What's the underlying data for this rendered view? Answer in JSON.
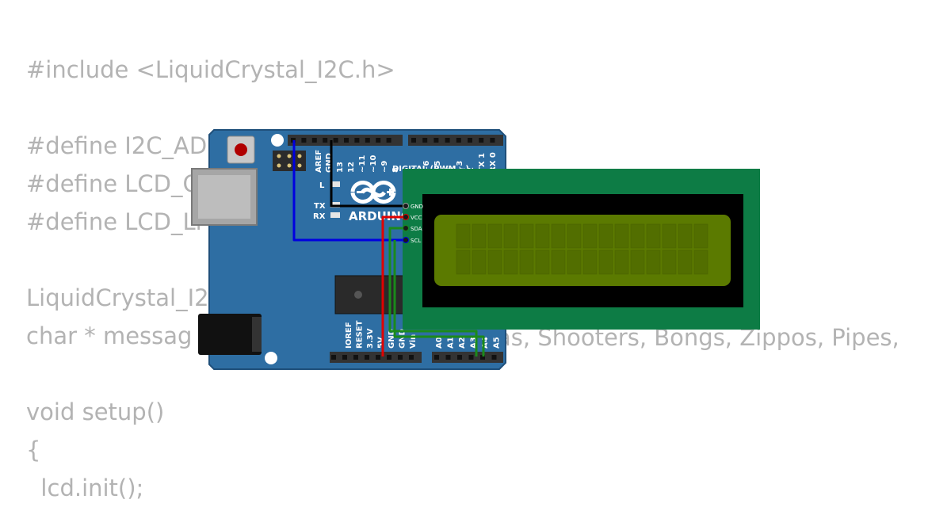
{
  "code": {
    "lines": [
      "#include <LiquidCrystal_I2C.h>",
      "",
      "#define I2C_AD",
      "#define LCD_C",
      "#define LCD_Li",
      "",
      "LiquidCrystal_I2",
      "char * messag",
      "",
      "void setup()",
      "{",
      "  lcd.init();"
    ],
    "visible_fragment": "as, Shooters, Bongs, Zippos, Pipes,"
  },
  "arduino": {
    "brand": "ARDUINO",
    "digital_label": "DIGITAL (PWM ~)",
    "top_pins": [
      "AREF",
      "GND",
      "13",
      "12",
      "~11",
      "~10",
      "~9",
      "8",
      "7",
      "~6",
      "~5",
      "4",
      "~3",
      "2",
      "TX 1",
      "RX 0"
    ],
    "bottom_power_pins": [
      "IOREF",
      "RESET",
      "3.3V",
      "5V",
      "GND",
      "GND",
      "Vin"
    ],
    "bottom_analog_pins": [
      "A0",
      "A1",
      "A2",
      "A3",
      "A4",
      "A5"
    ],
    "leds": [
      "L",
      "TX",
      "RX"
    ],
    "colors": {
      "board": "#2e6ea3",
      "board_dark": "#1f4f7a"
    }
  },
  "lcd": {
    "pins": [
      "GND",
      "VCC",
      "SDA",
      "SCL"
    ],
    "colors": {
      "pcb": "#0d7c45",
      "screen": "#5b7a00",
      "bezel": "#000000"
    }
  },
  "wires": {
    "colors": {
      "gnd": "#000000",
      "vcc": "#e00000",
      "sda": "#1b8a1b",
      "scl": "#0000e0"
    }
  }
}
